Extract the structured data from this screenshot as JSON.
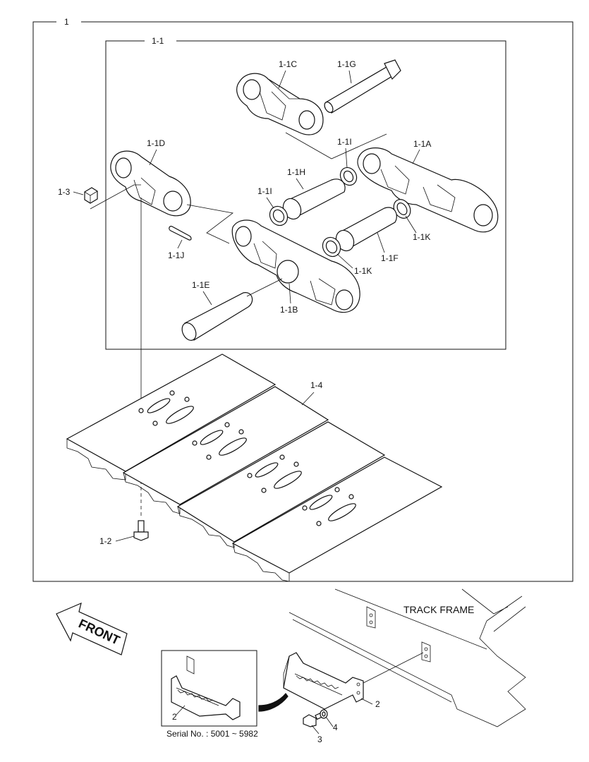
{
  "labels": {
    "assy": "1",
    "sub_assy": "1-1",
    "link_c": "1-1C",
    "pin_g": "1-1G",
    "link_d": "1-1D",
    "seal_i_top": "1-1I",
    "link_a": "1-1A",
    "nut": "1-3",
    "bushing_h": "1-1H",
    "seal_i_left": "1-1I",
    "seal_k_right": "1-1K",
    "bushing_f": "1-1F",
    "lock_j": "1-1J",
    "seal_k_mid": "1-1K",
    "pin_e": "1-1E",
    "link_b": "1-1B",
    "shoe": "1-4",
    "bolt": "1-2",
    "track_frame": "TRACK FRAME",
    "front": "FRONT",
    "guard_inset": "2",
    "guard": "2",
    "bolt_3": "3",
    "washer_4": "4",
    "serial": "Serial No. : 5001 ~ 5982"
  }
}
